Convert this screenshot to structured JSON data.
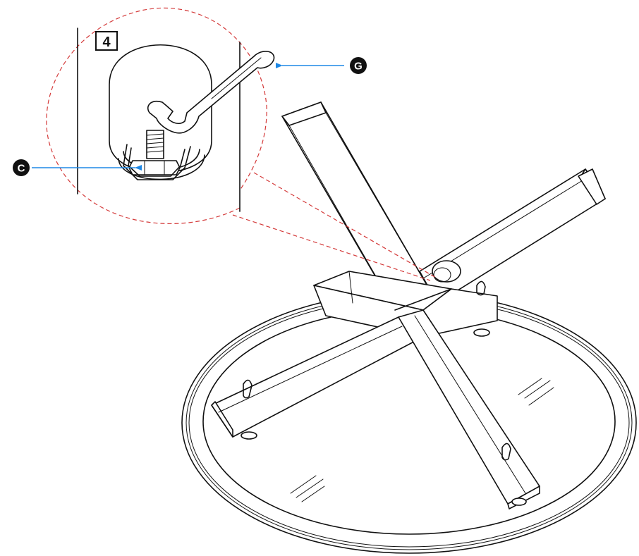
{
  "step": {
    "number": "4"
  },
  "labels": {
    "wrench": "G",
    "nut": "C"
  },
  "colors": {
    "callout": "#d43a3a",
    "arrow": "#1e88e5",
    "ink": "#111111"
  },
  "icons": [
    "wrench-icon",
    "bolt-nut-icon",
    "table-base-cross-icon",
    "glass-tabletop-icon"
  ]
}
